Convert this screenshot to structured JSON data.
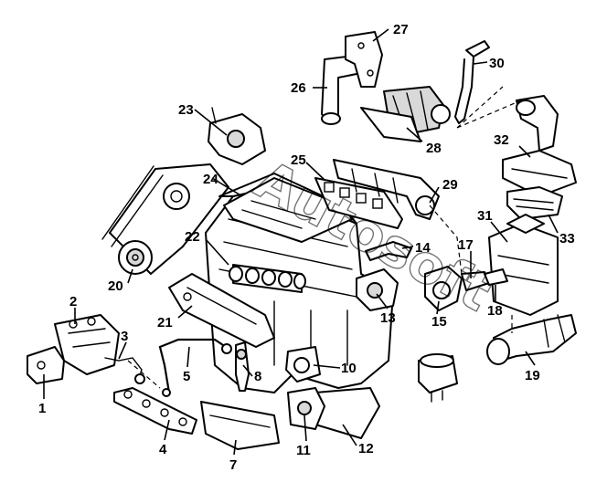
{
  "diagram": {
    "watermark": "Autosoft",
    "callouts": [
      "1",
      "2",
      "3",
      "4",
      "5",
      "7",
      "8",
      "10",
      "11",
      "12",
      "13",
      "14",
      "15",
      "17",
      "18",
      "19",
      "20",
      "21",
      "22",
      "23",
      "24",
      "25",
      "26",
      "27",
      "28",
      "29",
      "30",
      "31",
      "32",
      "33"
    ]
  }
}
